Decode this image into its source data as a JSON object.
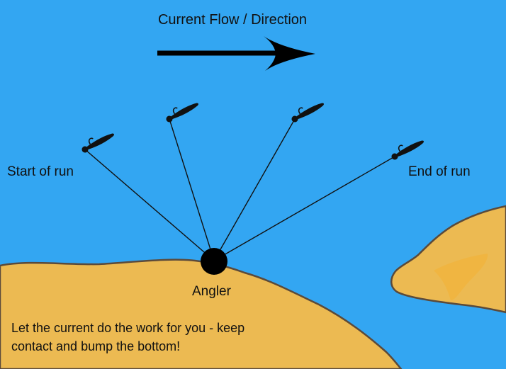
{
  "title": "Current Flow / Direction",
  "labels": {
    "start": "Start of run",
    "end": "End of run",
    "angler": "Angler"
  },
  "caption_lines": [
    "Let the current do the work for you - keep",
    "contact and bump the bottom!"
  ],
  "colors": {
    "water": "#33a6f2",
    "sand": "#ecba52",
    "sand_edge": "#5b4a3a",
    "angler": "#000000",
    "line": "#111111"
  },
  "icons": {
    "arrow": "arrow-right-icon",
    "lure": "jig-lure-icon"
  }
}
